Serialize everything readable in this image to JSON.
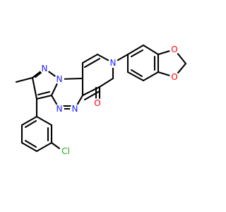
{
  "colors": {
    "bond": "#000000",
    "N": "#2020ff",
    "O": "#ff0000",
    "Cl": "#19a519"
  },
  "labels": {
    "N_top": "N",
    "N_pz2": "N",
    "N_pz1": "N",
    "N_t1": "N",
    "N_t2": "N",
    "O_carbonyl": "O",
    "O_diox1": "O",
    "O_diox2": "O",
    "Cl": "Cl"
  }
}
